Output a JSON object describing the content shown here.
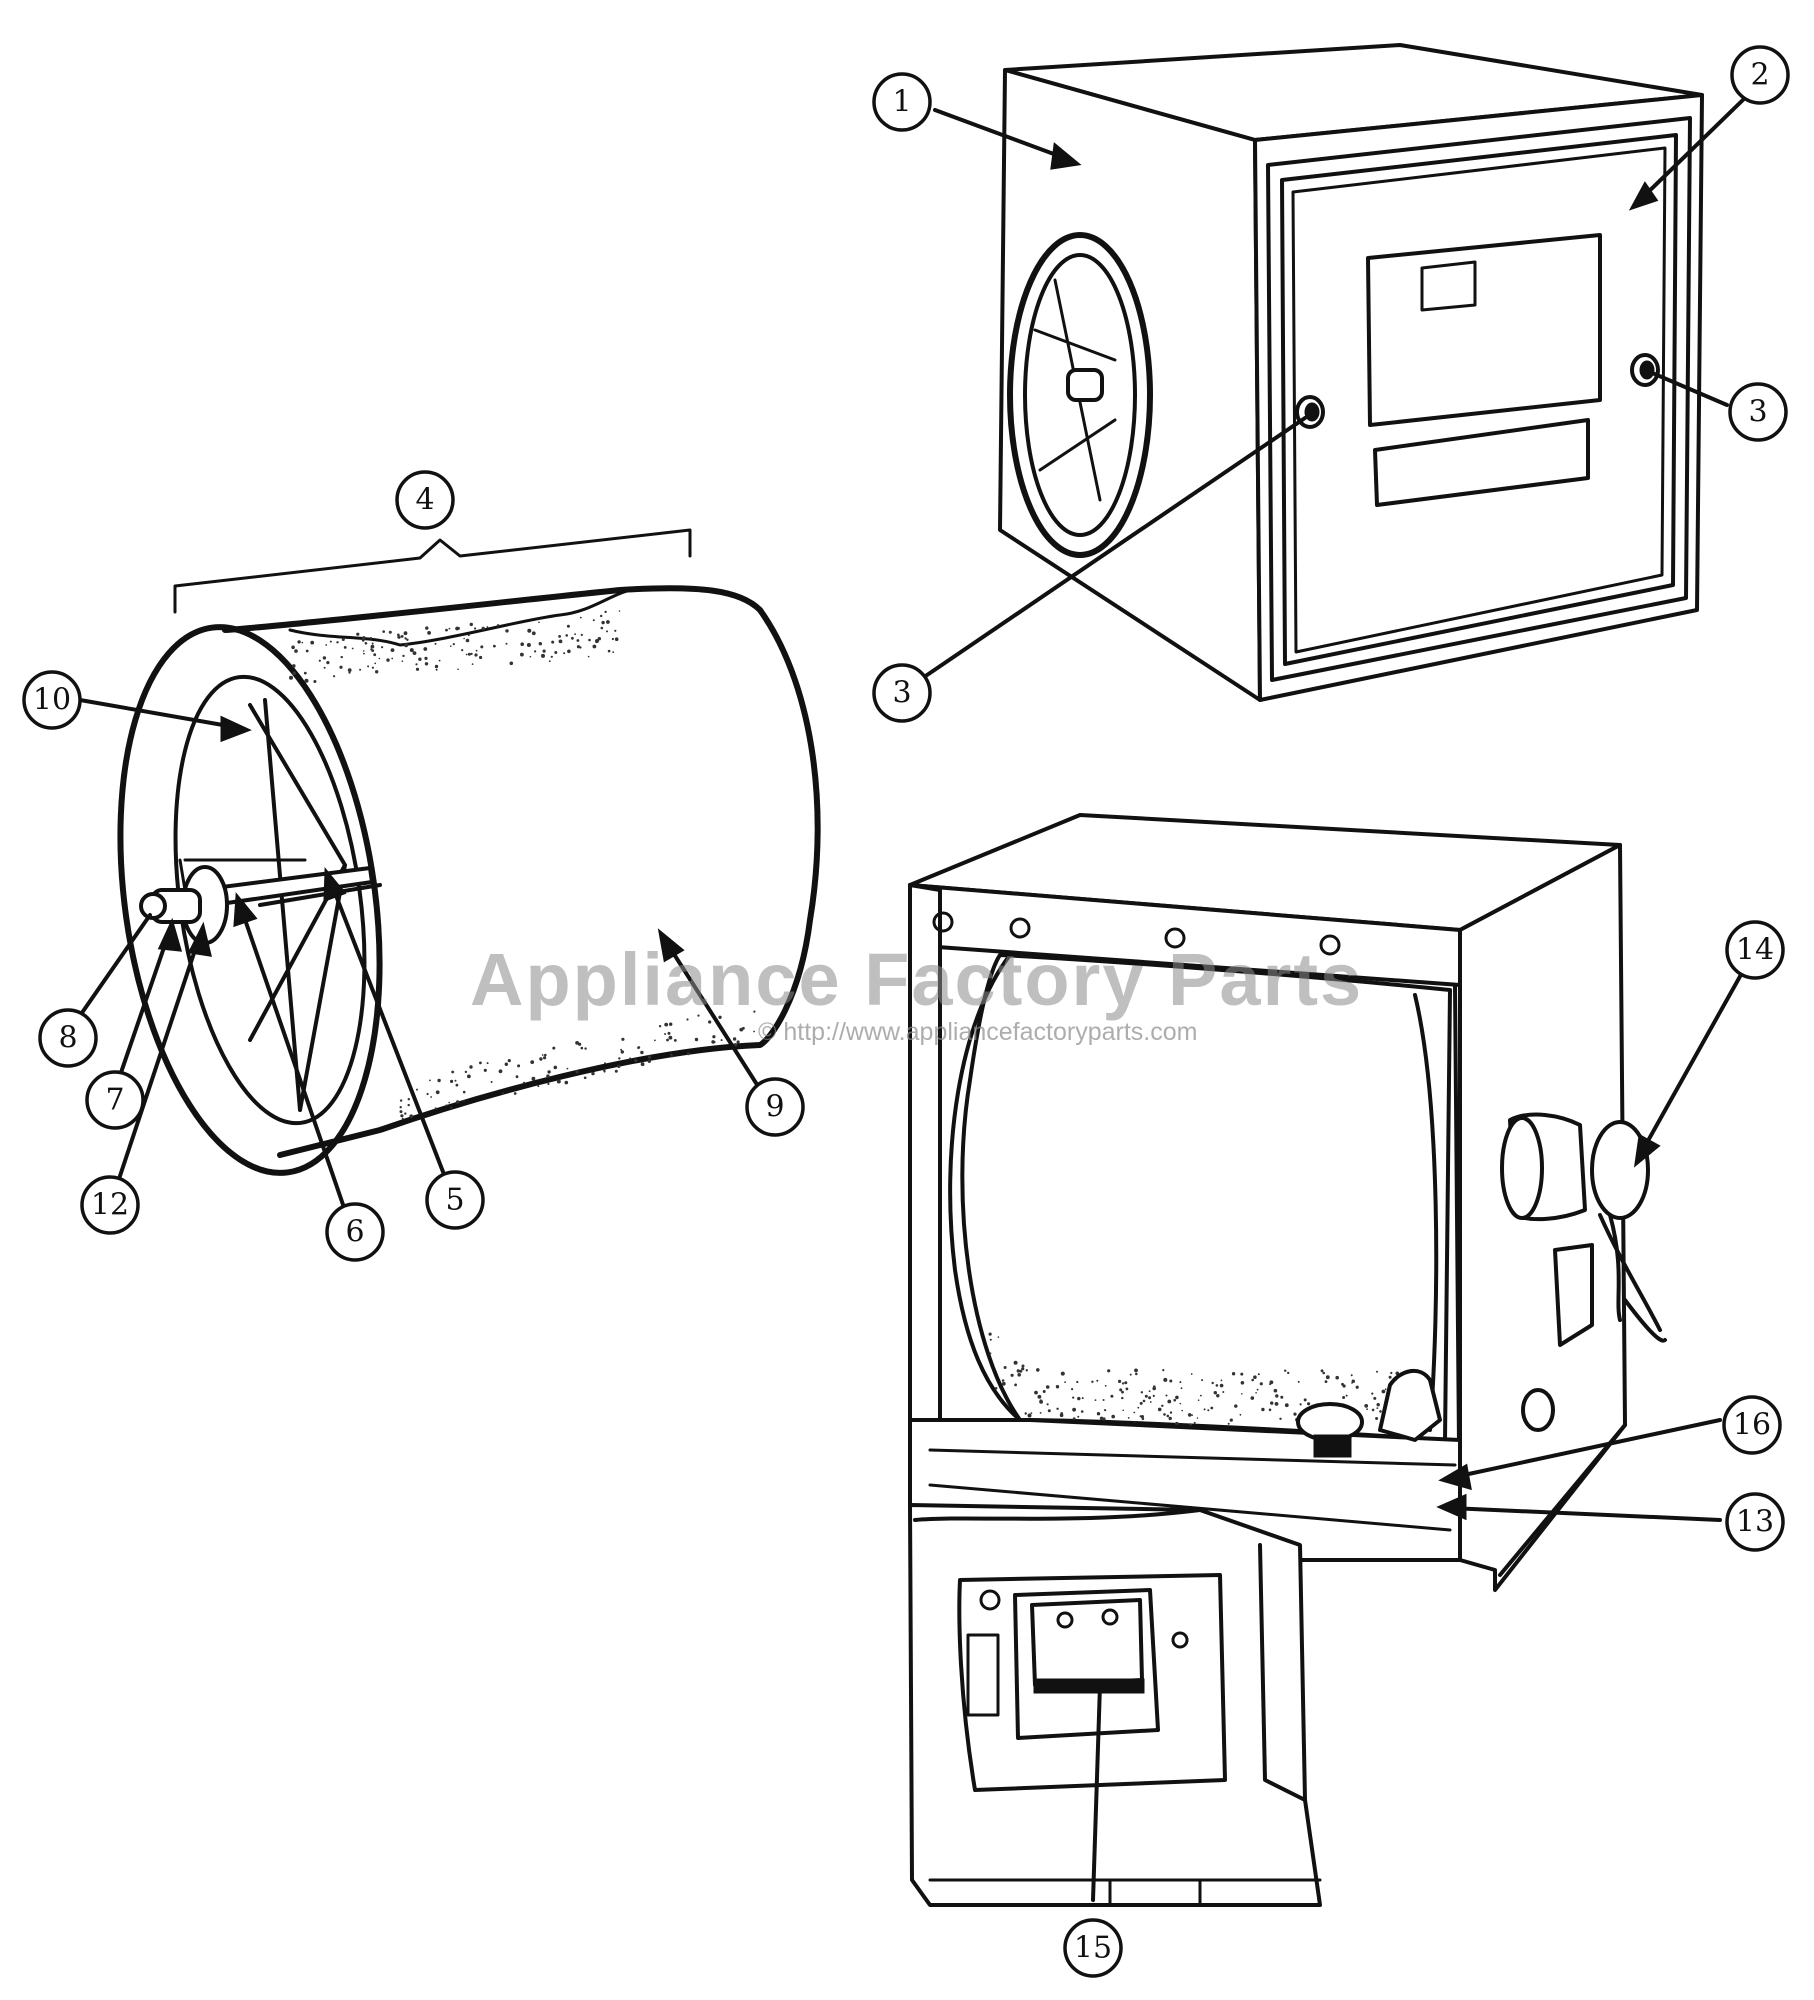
{
  "callouts": [
    {
      "id": "c1",
      "label": "1"
    },
    {
      "id": "c2",
      "label": "2"
    },
    {
      "id": "c3a",
      "label": "3"
    },
    {
      "id": "c3b",
      "label": "3"
    },
    {
      "id": "c4",
      "label": "4"
    },
    {
      "id": "c5",
      "label": "5"
    },
    {
      "id": "c6",
      "label": "6"
    },
    {
      "id": "c7",
      "label": "7"
    },
    {
      "id": "c8",
      "label": "8"
    },
    {
      "id": "c9",
      "label": "9"
    },
    {
      "id": "c10",
      "label": "10"
    },
    {
      "id": "c12",
      "label": "12"
    },
    {
      "id": "c13",
      "label": "13"
    },
    {
      "id": "c14",
      "label": "14"
    },
    {
      "id": "c15",
      "label": "15"
    },
    {
      "id": "c16",
      "label": "16"
    }
  ],
  "watermark": {
    "brand": "Appliance Factory Parts",
    "url": "© http://www.appliancefactoryparts.com"
  },
  "colors": {
    "ink": "#111111",
    "paper": "#ffffff",
    "watermark": "#8a8a8a"
  }
}
